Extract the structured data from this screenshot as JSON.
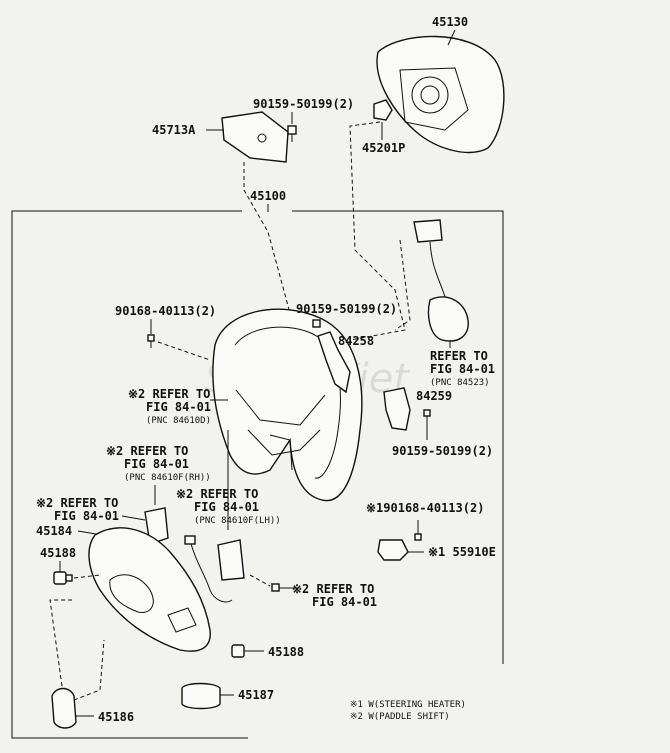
{
  "labels": {
    "p45130": "45130",
    "p90159_top": "90159-50199(2)",
    "p45713A": "45713A",
    "p45201P": "45201P",
    "p45100": "45100",
    "p90168_left": "90168-40113(2)",
    "p90159_mid": "90159-50199(2)",
    "p84258": "84258",
    "ref_right_1": "REFER TO",
    "ref_right_2": "FIG 84-01",
    "ref_right_3": "(PNC 84523)",
    "p84259": "84259",
    "ref_a_1": "※2 REFER TO",
    "ref_a_2": "FIG 84-01",
    "ref_a_3": "(PNC 84610D)",
    "p90159_low": "90159-50199(2)",
    "ref_b_1": "※2 REFER TO",
    "ref_b_2": "FIG 84-01",
    "ref_b_3": "(PNC 84610F(RH))",
    "ref_c_1": "※2 REFER TO",
    "ref_c_2": "FIG 84-01",
    "ref_c_3": "(PNC 84610F(LH))",
    "ref_d_1": "※2 REFER TO",
    "ref_d_2": "FIG 84-01",
    "p90168_right": "※190168-40113(2)",
    "p45184": "45184",
    "p45188_top": "45188",
    "p155910E": "※1 55910E",
    "ref_e_1": "※2 REFER TO",
    "ref_e_2": "FIG 84-01",
    "p45188_bottom": "45188",
    "p45187": "45187",
    "p45186": "45186"
  },
  "legend": {
    "note1": "※1 W(STEERING HEATER)",
    "note2": "※2 W(PADDLE SHIFT)"
  },
  "watermark": "SedanViet"
}
